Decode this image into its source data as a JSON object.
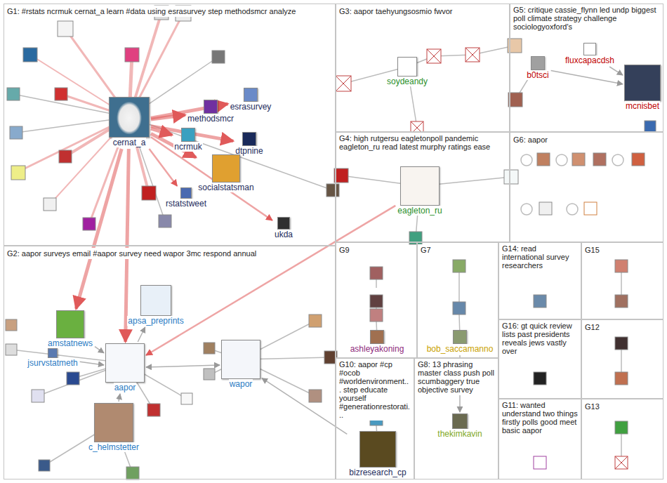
{
  "diagram": {
    "nodes": [
      {
        "text": [
          "G1: #rstats ncrmuk cernat_a learn #data using esrasurvey step methodsmcr analyze"
        ]
      },
      {
        "text": [
          "G2: aapor surveys email #aapor survey need wapor 3mc respond annual"
        ]
      },
      {
        "text": [
          "G3: aapor taehyungsosmio fwvor"
        ]
      },
      {
        "text": [
          "G4: high rutgersu eagletonpoll pandemic eagleton_ru read latest murphy ratings ease"
        ]
      },
      {
        "text": [
          "G5: critique cassie_flynn led undp biggest poll climate strategy challenge sociologyoxford's"
        ]
      },
      {
        "text": [
          "G6: aapor"
        ]
      },
      {
        "text": [
          "G9"
        ]
      },
      {
        "text": [
          "G7"
        ]
      },
      {
        "text": [
          "G14: read international survey researchers"
        ]
      },
      {
        "text": [
          "G15"
        ]
      },
      {
        "text": [
          "G10: aapor #cp #ocob #worldenvironment... step educate yourself #generationrestorati..."
        ]
      },
      {
        "text": [
          "G8: 13 phrasing master class push poll scumbaggery true objective survey"
        ]
      },
      {
        "text": [
          "G16: gt quick review lists past presidents reveals jews vastly over"
        ]
      },
      {
        "text": [
          "G12"
        ]
      },
      {
        "text": [
          "G11: wanted understand two things firstly polls good meet basic aapor"
        ]
      },
      {
        "text": [
          "G13"
        ]
      },
      {
        "text": [
          "cernat_a"
        ],
        "in": 0
      },
      {
        "text": [
          "methodsmcr"
        ],
        "in": 0
      },
      {
        "text": [
          "esrasurvey"
        ],
        "in": 0
      },
      {
        "text": [
          "ncrmuk"
        ],
        "in": 0
      },
      {
        "text": [
          "dtpnine"
        ],
        "in": 0
      },
      {
        "text": [
          "socialstatsman"
        ],
        "in": 0
      },
      {
        "text": [
          "rstatstweet"
        ],
        "in": 0
      },
      {
        "text": [
          "ukda"
        ],
        "in": 0
      },
      {
        "text": [
          "apsa_preprints"
        ],
        "in": 1
      },
      {
        "text": [
          "amstatnews"
        ],
        "in": 1
      },
      {
        "text": [
          "jsurvstatmeth"
        ],
        "in": 1
      },
      {
        "text": [
          "aapor"
        ],
        "in": 1
      },
      {
        "text": [
          "wapor"
        ],
        "in": 1
      },
      {
        "text": [
          "c_helmstetter"
        ],
        "in": 1
      },
      {
        "text": [
          "soydeandy"
        ],
        "in": 2
      },
      {
        "text": [
          "eagleton_ru"
        ],
        "in": 3
      },
      {
        "text": [
          "b0tsci"
        ],
        "in": 4
      },
      {
        "text": [
          "fluxcapacdsh"
        ],
        "in": 4
      },
      {
        "text": [
          "mcnisbet"
        ],
        "in": 4
      },
      {
        "text": [
          "ashleyakoning"
        ],
        "in": 6
      },
      {
        "text": [
          "bob_saccamanno"
        ],
        "in": 7
      },
      {
        "text": [
          "thekimkavin"
        ],
        "in": 11
      },
      {
        "text": [
          "bizresearch_cp"
        ],
        "in": 10
      }
    ],
    "edges": [
      {
        "from": 16,
        "to": 17,
        "arrow": "to"
      },
      {
        "from": 16,
        "to": 18,
        "arrow": "to"
      },
      {
        "from": 16,
        "to": 19,
        "arrow": "to"
      },
      {
        "from": 16,
        "to": 20,
        "arrow": "to"
      },
      {
        "from": 16,
        "to": 21,
        "arrow": "to"
      },
      {
        "from": 16,
        "to": 22,
        "arrow": "to"
      },
      {
        "from": 16,
        "to": 23,
        "arrow": "to"
      },
      {
        "from": 16,
        "to": 25,
        "arrow": "to"
      },
      {
        "from": 16,
        "to": 27,
        "arrow": "to"
      },
      {
        "from": 31,
        "to": 27,
        "arrow": "to"
      },
      {
        "from": 28,
        "to": 27,
        "arrow": "both"
      },
      {
        "from": 29,
        "to": 27,
        "arrow": "to"
      },
      {
        "from": 26,
        "to": 27,
        "arrow": "to"
      },
      {
        "from": 25,
        "to": 27,
        "arrow": "to"
      },
      {
        "from": 27,
        "to": 24,
        "arrow": "to"
      },
      {
        "from": 38,
        "to": 28,
        "arrow": "to"
      },
      {
        "from": 33,
        "to": 34,
        "arrow": "to"
      },
      {
        "from": 32,
        "to": 34,
        "arrow": "to"
      },
      {
        "from": 36,
        "to": 37,
        "arrow": "to"
      }
    ]
  }
}
